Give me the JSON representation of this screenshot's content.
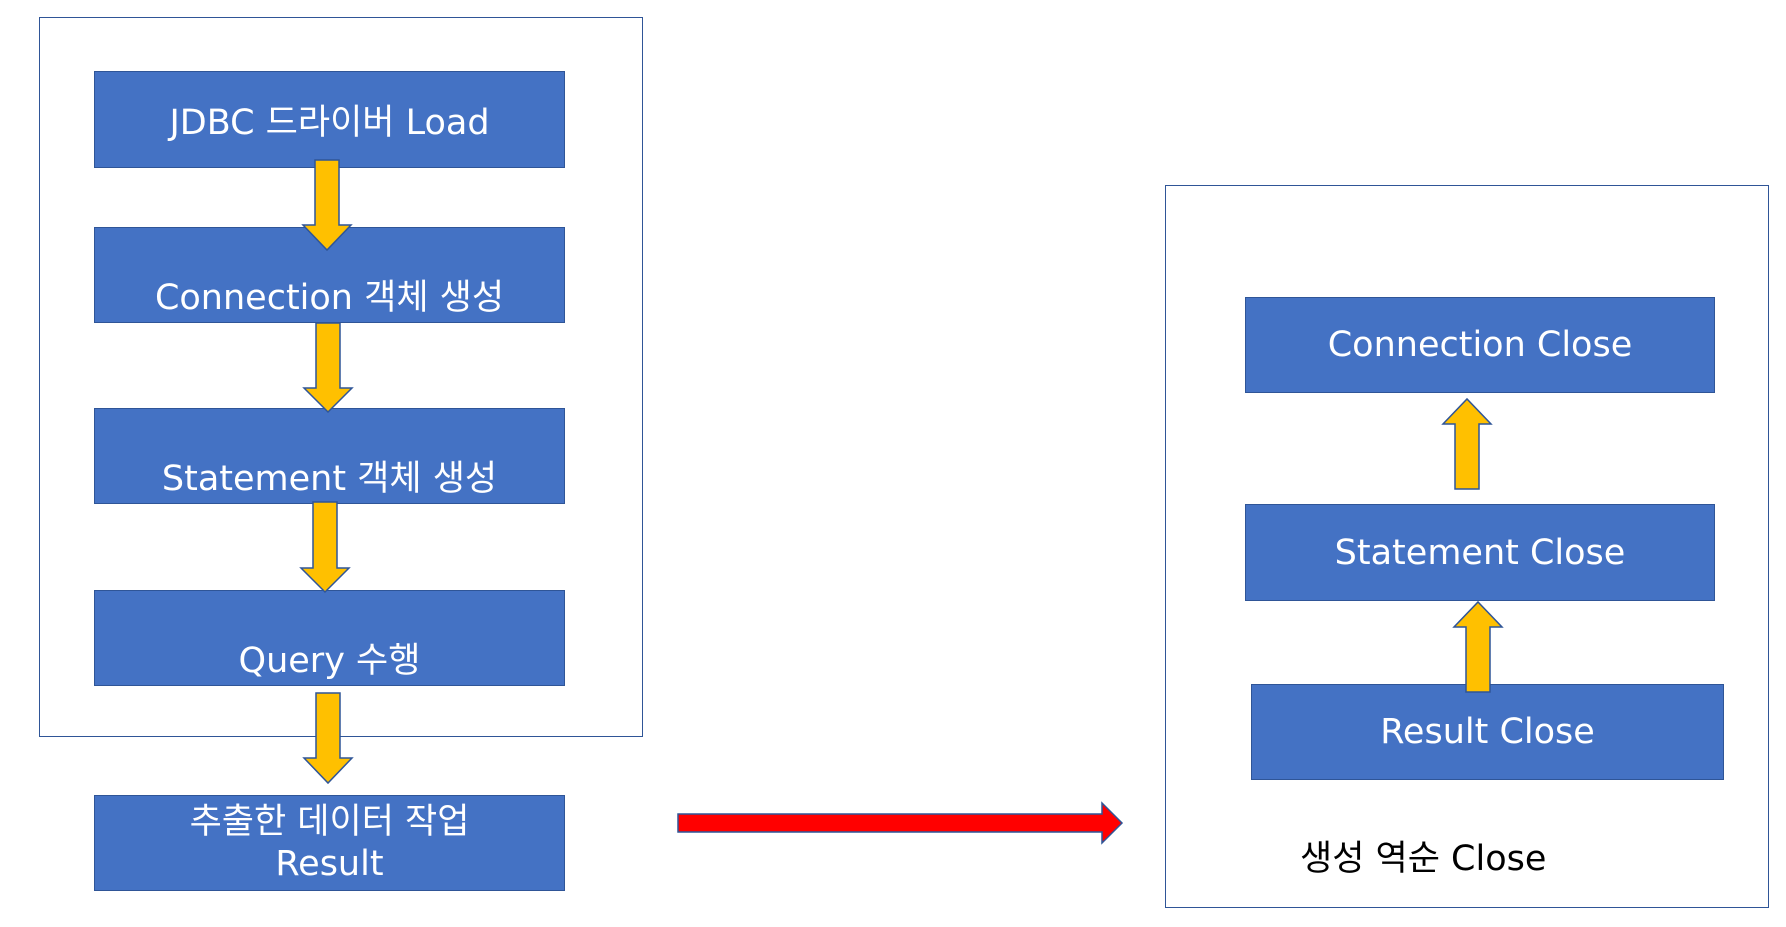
{
  "diagram": {
    "open_steps": [
      {
        "label": "JDBC 드라이버 Load"
      },
      {
        "label": "Connection 객체 생성"
      },
      {
        "label": "Statement 객체 생성"
      },
      {
        "label": "Query 수행"
      }
    ],
    "result_step": {
      "line1": "추출한 데이터 작업",
      "line2": "Result"
    },
    "close_steps": [
      {
        "label": "Connection Close"
      },
      {
        "label": "Statement Close"
      },
      {
        "label": "Result Close"
      }
    ],
    "close_caption": "생성 역순 Close"
  },
  "colors": {
    "box_fill": "#4472C4",
    "box_border": "#2F5597",
    "frame_border": "#2F5597",
    "flow_arrow_fill": "#FFC000",
    "flow_arrow_border": "#2F5597",
    "main_arrow_fill": "#FF0000",
    "main_arrow_border": "#2F5597"
  }
}
